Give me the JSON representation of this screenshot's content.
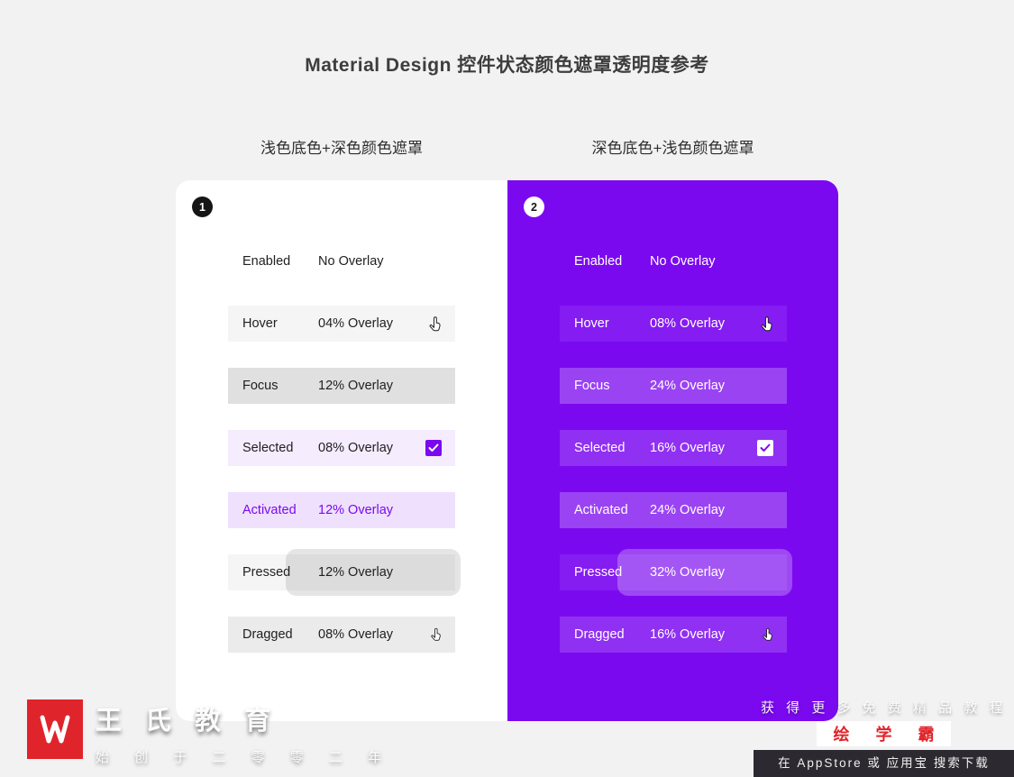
{
  "title": "Material Design 控件状态颜色遮罩透明度参考",
  "columns": {
    "light": "浅色底色+深色颜色遮罩",
    "dark": "深色底色+浅色颜色遮罩"
  },
  "colors": {
    "purple": "#7B09F0",
    "page_background": "#F2F2F3",
    "logo_red": "#E0242B"
  },
  "panels": {
    "light": {
      "badge": "1",
      "rows": [
        {
          "state": "Enabled",
          "overlay": "No Overlay"
        },
        {
          "state": "Hover",
          "overlay": "04% Overlay",
          "icon": "cursor-hand-icon"
        },
        {
          "state": "Focus",
          "overlay": "12% Overlay"
        },
        {
          "state": "Selected",
          "overlay": "08% Overlay",
          "icon": "checkbox-checked-icon"
        },
        {
          "state": "Activated",
          "overlay": "12% Overlay"
        },
        {
          "state": "Pressed",
          "overlay": "12% Overlay",
          "icon": "ripple-overlay"
        },
        {
          "state": "Dragged",
          "overlay": "08% Overlay",
          "icon": "drag-hand-icon"
        }
      ]
    },
    "dark": {
      "badge": "2",
      "rows": [
        {
          "state": "Enabled",
          "overlay": "No Overlay"
        },
        {
          "state": "Hover",
          "overlay": "08% Overlay",
          "icon": "cursor-hand-icon"
        },
        {
          "state": "Focus",
          "overlay": "24% Overlay"
        },
        {
          "state": "Selected",
          "overlay": "16% Overlay",
          "icon": "checkbox-checked-icon"
        },
        {
          "state": "Activated",
          "overlay": "24% Overlay"
        },
        {
          "state": "Pressed",
          "overlay": "32% Overlay",
          "icon": "ripple-overlay"
        },
        {
          "state": "Dragged",
          "overlay": "16% Overlay",
          "icon": "drag-hand-icon"
        }
      ]
    }
  },
  "watermark": {
    "brand": "王 氏 教 育",
    "slogan": "始 创 于 二 零 零 二 年",
    "promo_line": "获 得 更 多 免 费 精 品 教 程",
    "promo_brand": "绘 学 霸",
    "promo_download": "在 AppStore 或 应用宝 搜索下载"
  }
}
